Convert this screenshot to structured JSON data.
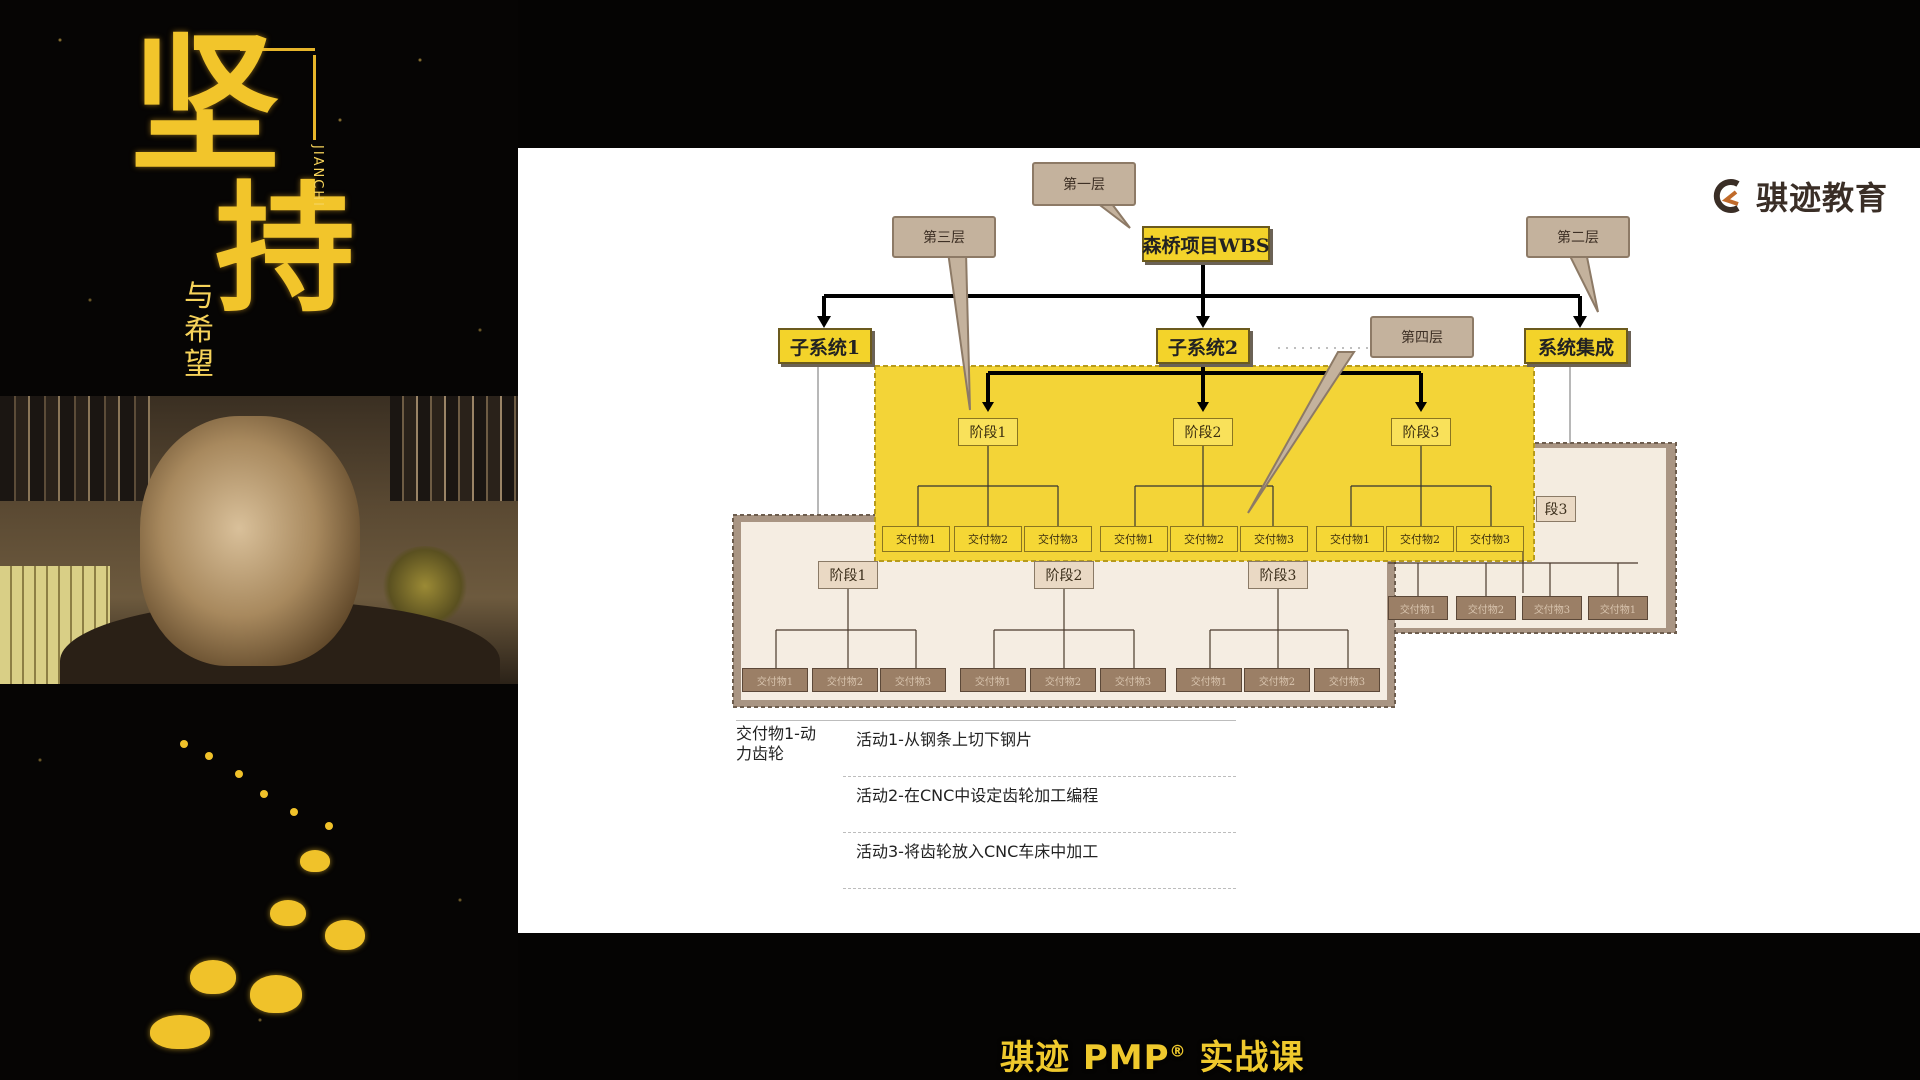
{
  "left_panel": {
    "calligraphy_big": [
      "坚",
      "持"
    ],
    "calligraphy_small": "与希望",
    "calligraphy_pinyin": "JIANCHI"
  },
  "brand": {
    "name": "骐迹教育"
  },
  "wbs": {
    "root": "森桥项目WBS",
    "level_callouts": {
      "first": "第一层",
      "second": "第二层",
      "third": "第三层",
      "fourth": "第四层"
    },
    "subsystems": [
      "子系统1",
      "子系统2",
      "系统集成"
    ],
    "stages": [
      "阶段1",
      "阶段2",
      "阶段3"
    ],
    "deliverables": [
      "交付物1",
      "交付物2",
      "交付物3"
    ],
    "back_stage_partial": "段3"
  },
  "activities": {
    "deliverable_label": "交付物1-动力齿轮",
    "items": [
      "活动1-从钢条上切下钢片",
      "活动2-在CNC中设定齿轮加工编程",
      "活动3-将齿轮放入CNC车床中加工"
    ]
  },
  "caption": {
    "text": "骐迹 PMP",
    "sup": "®",
    "suffix": " 实战课"
  },
  "colors": {
    "accent_gold": "#f3d32a",
    "callout_brown": "#c4b29d",
    "background": "#050403",
    "slide": "#ffffff"
  }
}
